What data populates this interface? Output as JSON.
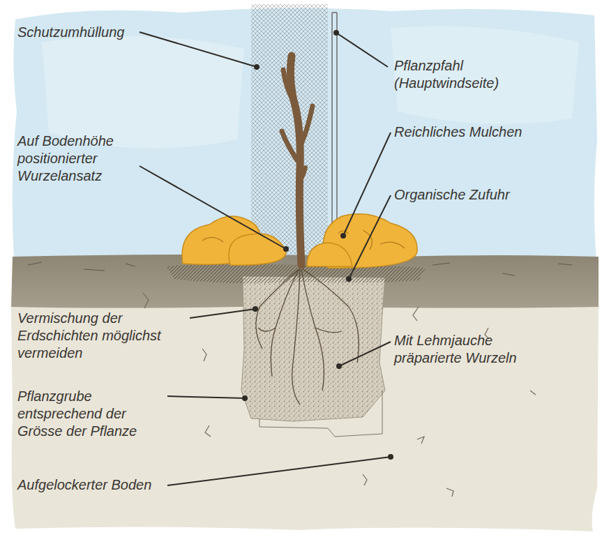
{
  "diagram": {
    "labels": [
      "Schutzumhüllung",
      "Pflanzpfahl (Hauptwindseite)",
      "Auf Bodenhöhe positionierter Wurzelansatz",
      "Reichliches Mulchen",
      "Organische Zufuhr",
      "Vermischung der Erdschichten möglichst vermeiden",
      "Mit Lehmjauche präparierte Wurzeln",
      "Pflanzgrube entsprechend der Grösse der Pflanze",
      "Aufgelockerter Boden"
    ]
  }
}
